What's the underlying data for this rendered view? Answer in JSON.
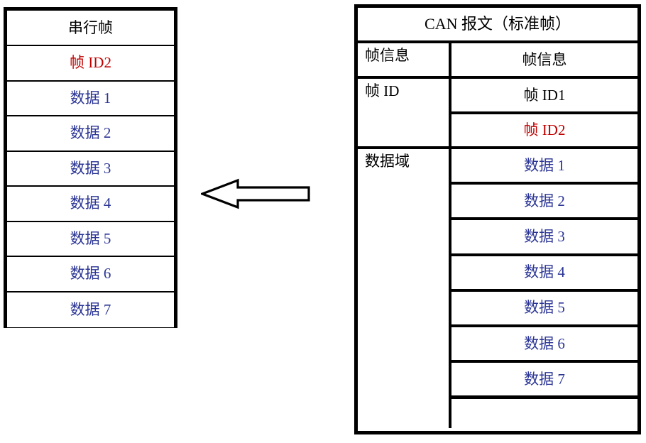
{
  "diagram": {
    "title_semantic": "can-standard-frame-to-serial-frame-mapping",
    "colors": {
      "text_black": "#000000",
      "text_red": "#c00000",
      "text_blue": "#2b3595",
      "border": "#000000",
      "background": "#ffffff"
    }
  },
  "serial_frame_table": {
    "header": "串行帧",
    "rows": [
      {
        "label": "帧 ID2",
        "color": "red"
      },
      {
        "label": "数据 1",
        "color": "blue"
      },
      {
        "label": "数据 2",
        "color": "blue"
      },
      {
        "label": "数据 3",
        "color": "blue"
      },
      {
        "label": "数据 4",
        "color": "blue"
      },
      {
        "label": "数据 5",
        "color": "blue"
      },
      {
        "label": "数据 6",
        "color": "blue"
      },
      {
        "label": "数据 7",
        "color": "blue"
      }
    ]
  },
  "can_message_table": {
    "header": "CAN 报文（标准帧）",
    "groups": [
      {
        "label": "帧信息"
      },
      {
        "label": "帧 ID"
      },
      {
        "label": "数据域"
      }
    ],
    "fields": [
      {
        "label": "帧信息",
        "color": "black"
      },
      {
        "label": "帧 ID1",
        "color": "black"
      },
      {
        "label": "帧 ID2",
        "color": "red"
      },
      {
        "label": "数据 1",
        "color": "blue"
      },
      {
        "label": "数据 2",
        "color": "blue"
      },
      {
        "label": "数据 3",
        "color": "blue"
      },
      {
        "label": "数据 4",
        "color": "blue"
      },
      {
        "label": "数据 5",
        "color": "blue"
      },
      {
        "label": "数据 6",
        "color": "blue"
      },
      {
        "label": "数据 7",
        "color": "blue"
      },
      {
        "label": "",
        "color": "black"
      }
    ]
  },
  "arrow": {
    "direction": "left",
    "style": "hollow-block-arrow",
    "label": ""
  }
}
